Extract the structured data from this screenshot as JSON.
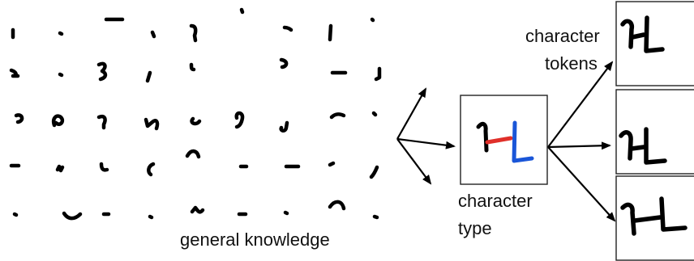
{
  "labels": {
    "general_knowledge": "general knowledge",
    "character_type_line1": "character",
    "character_type_line2": "type",
    "character_tokens_line1": "character",
    "character_tokens_line2": "tokens"
  },
  "colors": {
    "stroke": "#000000",
    "type_stroke_1": "#e0302a",
    "type_stroke_2": "#1a56d8",
    "box_border": "#222222"
  }
}
